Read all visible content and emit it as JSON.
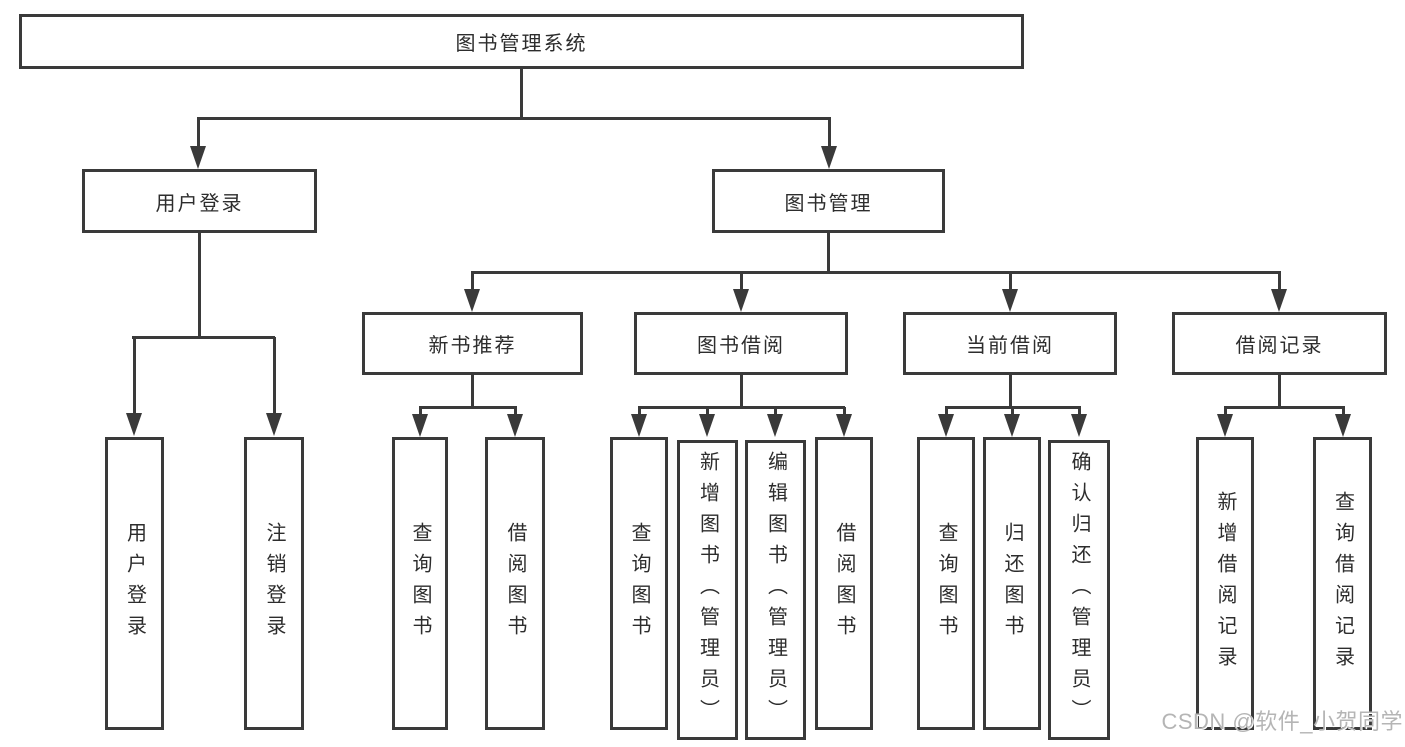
{
  "tree": {
    "root": {
      "label": "图书管理系统"
    },
    "branches": [
      {
        "label": "用户登录",
        "children": [
          {
            "label": "用户登录"
          },
          {
            "label": "注销登录"
          }
        ]
      },
      {
        "label": "图书管理",
        "groups": [
          {
            "label": "新书推荐",
            "children": [
              {
                "label": "查询图书"
              },
              {
                "label": "借阅图书"
              }
            ]
          },
          {
            "label": "图书借阅",
            "children": [
              {
                "label": "查询图书"
              },
              {
                "label": "新增图书（管理员）"
              },
              {
                "label": "编辑图书（管理员）"
              },
              {
                "label": "借阅图书"
              }
            ]
          },
          {
            "label": "当前借阅",
            "children": [
              {
                "label": "查询图书"
              },
              {
                "label": "归还图书"
              },
              {
                "label": "确认归还（管理员）"
              }
            ]
          },
          {
            "label": "借阅记录",
            "children": [
              {
                "label": "新增借阅记录"
              },
              {
                "label": "查询借阅记录"
              }
            ]
          }
        ]
      }
    ]
  },
  "watermark": {
    "text": "CSDN @软件_小贺同学"
  },
  "colors": {
    "line": "#3a3a3a",
    "box_border": "#3a3a3a",
    "text": "#2d2d2d",
    "background": "#ffffff",
    "watermark": "#b5b5b5"
  }
}
